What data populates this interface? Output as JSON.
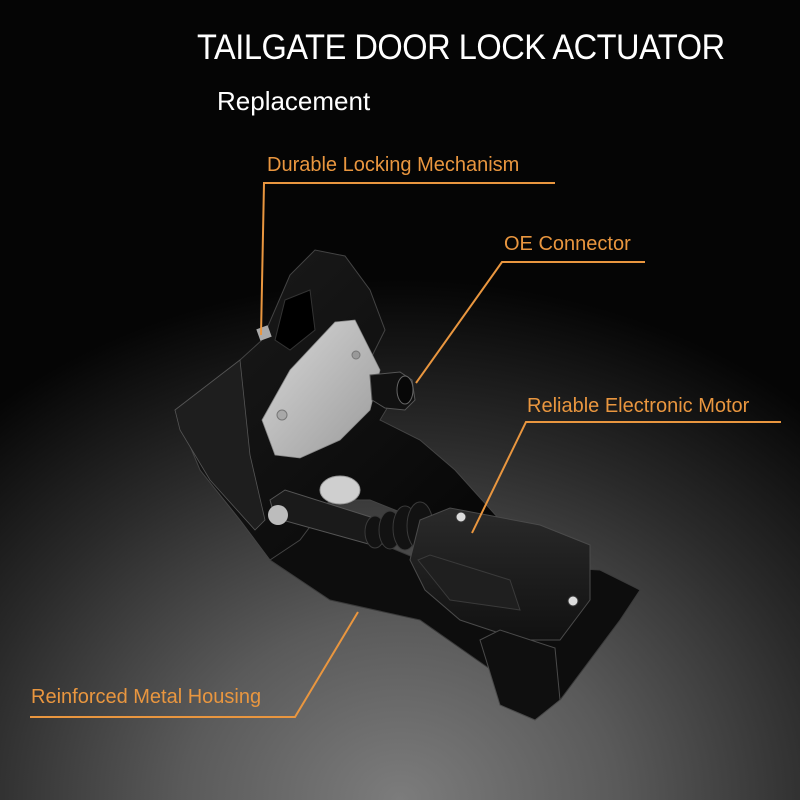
{
  "header": {
    "title": "TAILGATE DOOR LOCK ACTUATOR",
    "subtitle": "Replacement"
  },
  "callouts": [
    {
      "label": "Durable Locking Mechanism"
    },
    {
      "label": "OE Connector"
    },
    {
      "label": "Reliable Electronic Motor"
    },
    {
      "label": "Reinforced Metal Housing"
    }
  ],
  "colors": {
    "accent": "#e9963f",
    "title_text": "#ffffff",
    "background_top": "#000000",
    "background_bottom": "#7c7c7c"
  },
  "product": {
    "icon": "door-lock-actuator-image"
  }
}
